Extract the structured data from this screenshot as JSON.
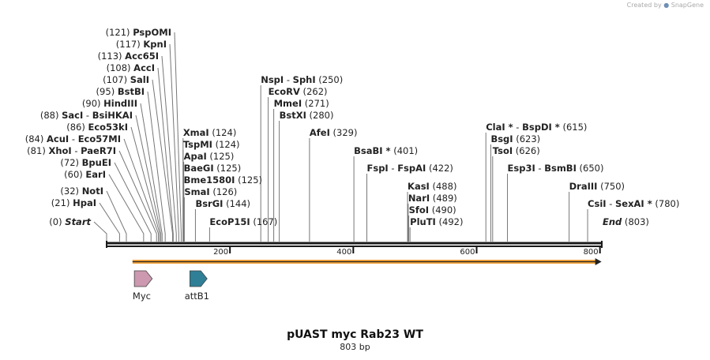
{
  "credit": {
    "prefix": "Created by",
    "brand": "SnapGene"
  },
  "map": {
    "title": "pUAST myc Rab23 WT",
    "length_label": "803 bp",
    "length": 803,
    "scale_ticks": [
      200,
      400,
      600,
      800
    ],
    "sites": [
      {
        "pos": 0,
        "label": "Start",
        "italic": true
      },
      {
        "pos": 21,
        "label": "HpaI"
      },
      {
        "pos": 32,
        "label": "NotI"
      },
      {
        "pos": 60,
        "label": "EarI"
      },
      {
        "pos": 72,
        "label": "BpuEI"
      },
      {
        "pos": 81,
        "label": "XhoI",
        "alias": "PaeR7I"
      },
      {
        "pos": 84,
        "label": "AcuI",
        "alias": "Eco57MI"
      },
      {
        "pos": 86,
        "label": "Eco53kI"
      },
      {
        "pos": 88,
        "label": "SacI",
        "alias": "BsiHKAI"
      },
      {
        "pos": 90,
        "label": "HindIII"
      },
      {
        "pos": 95,
        "label": "BstBI"
      },
      {
        "pos": 107,
        "label": "SalI"
      },
      {
        "pos": 108,
        "label": "AccI"
      },
      {
        "pos": 113,
        "label": "Acc65I"
      },
      {
        "pos": 117,
        "label": "KpnI"
      },
      {
        "pos": 121,
        "label": "PspOMI"
      },
      {
        "pos": 124,
        "label": "XmaI"
      },
      {
        "pos": 124,
        "label": "TspMI"
      },
      {
        "pos": 125,
        "label": "ApaI"
      },
      {
        "pos": 125,
        "label": "BaeGI"
      },
      {
        "pos": 125,
        "label": "Bme1580I"
      },
      {
        "pos": 126,
        "label": "SmaI"
      },
      {
        "pos": 144,
        "label": "BsrGI"
      },
      {
        "pos": 167,
        "label": "EcoP15I"
      },
      {
        "pos": 250,
        "label": "NspI",
        "alias": "SphI"
      },
      {
        "pos": 262,
        "label": "EcoRV"
      },
      {
        "pos": 271,
        "label": "MmeI"
      },
      {
        "pos": 280,
        "label": "BstXI"
      },
      {
        "pos": 329,
        "label": "AfeI"
      },
      {
        "pos": 401,
        "label": "BsaBI *"
      },
      {
        "pos": 422,
        "label": "FspI",
        "alias": "FspAI"
      },
      {
        "pos": 488,
        "label": "KasI"
      },
      {
        "pos": 489,
        "label": "NarI"
      },
      {
        "pos": 490,
        "label": "SfoI"
      },
      {
        "pos": 492,
        "label": "PluTI"
      },
      {
        "pos": 615,
        "label": "ClaI *",
        "alias": "BspDI *"
      },
      {
        "pos": 623,
        "label": "BsgI"
      },
      {
        "pos": 626,
        "label": "TsoI"
      },
      {
        "pos": 650,
        "label": "Esp3I",
        "alias": "BsmBI"
      },
      {
        "pos": 750,
        "label": "DraIII"
      },
      {
        "pos": 780,
        "label": "CsiI",
        "alias": "SexAI *"
      },
      {
        "pos": 803,
        "label": "End",
        "italic": true
      }
    ],
    "features": [
      {
        "name": "Myc",
        "color": "#cc99b0",
        "start": 45,
        "end": 74
      },
      {
        "name": "attB1",
        "color": "#2f7f96",
        "start": 135,
        "end": 163
      }
    ],
    "orf": {
      "start": 42,
      "end": 800,
      "color": "#f0a23a"
    }
  },
  "colors": {
    "backbone": "#1a1a1a",
    "leader": "#777777"
  }
}
